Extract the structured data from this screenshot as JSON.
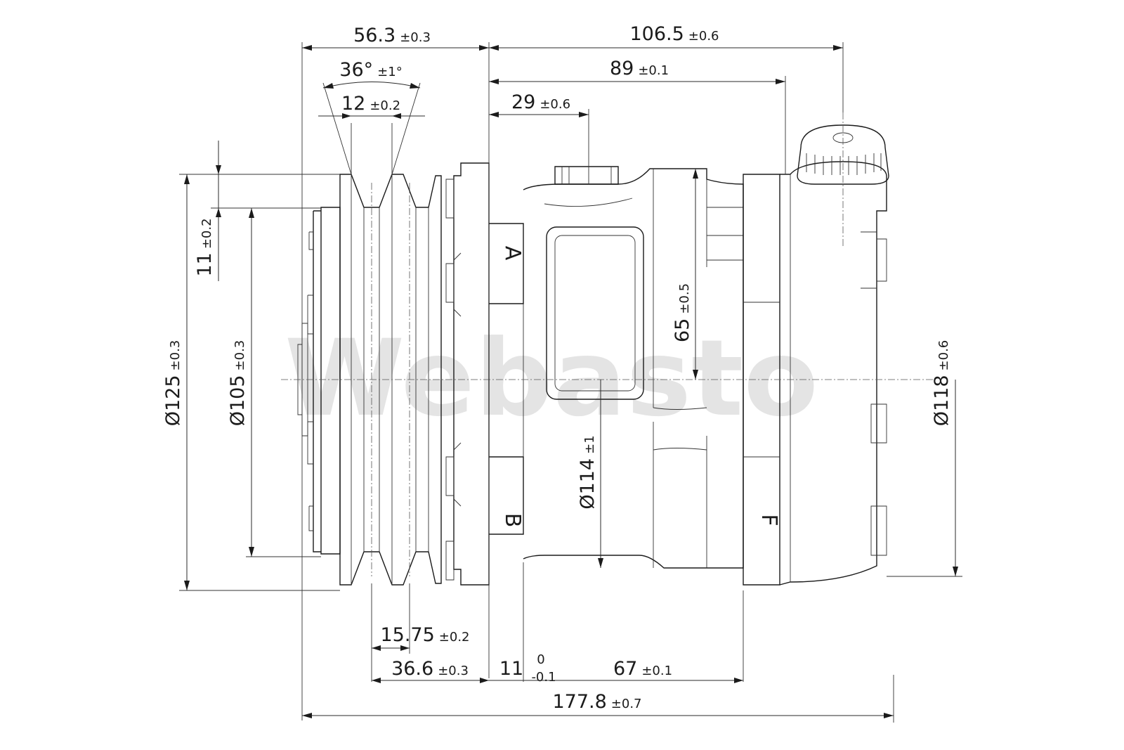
{
  "dimensions": {
    "top_56_3": {
      "value": "56.3",
      "tol": "±0.3"
    },
    "top_106_5": {
      "value": "106.5",
      "tol": "±0.6"
    },
    "angle_36": {
      "value": "36°",
      "tol": "±1°"
    },
    "top_89": {
      "value": "89",
      "tol": "±0.1"
    },
    "groove_12": {
      "value": "12",
      "tol": "±0.2"
    },
    "top_29": {
      "value": "29",
      "tol": "±0.6"
    },
    "left_11": {
      "value": "11",
      "tol": "±0.2"
    },
    "dia_125": {
      "value": "Ø125",
      "tol": "±0.3"
    },
    "dia_105": {
      "value": "Ø105",
      "tol": "±0.3"
    },
    "mid_65": {
      "value": "65",
      "tol": "±0.5"
    },
    "dia_114": {
      "value": "Ø114",
      "tol": "±1"
    },
    "dia_118": {
      "value": "Ø118",
      "tol": "±0.6"
    },
    "bot_15_75": {
      "value": "15.75",
      "tol": "±0.2"
    },
    "bot_36_6": {
      "value": "36.6",
      "tol": "±0.3"
    },
    "bot_11": {
      "value": "11",
      "tol_upper": "0",
      "tol_lower": "-0.1"
    },
    "bot_67": {
      "value": "67",
      "tol": "±0.1"
    },
    "bot_177_8": {
      "value": "177.8",
      "tol": "±0.7"
    }
  },
  "labels": {
    "mount_a": "A",
    "mount_b": "B",
    "mount_f": "F"
  },
  "watermark": "Webasto"
}
